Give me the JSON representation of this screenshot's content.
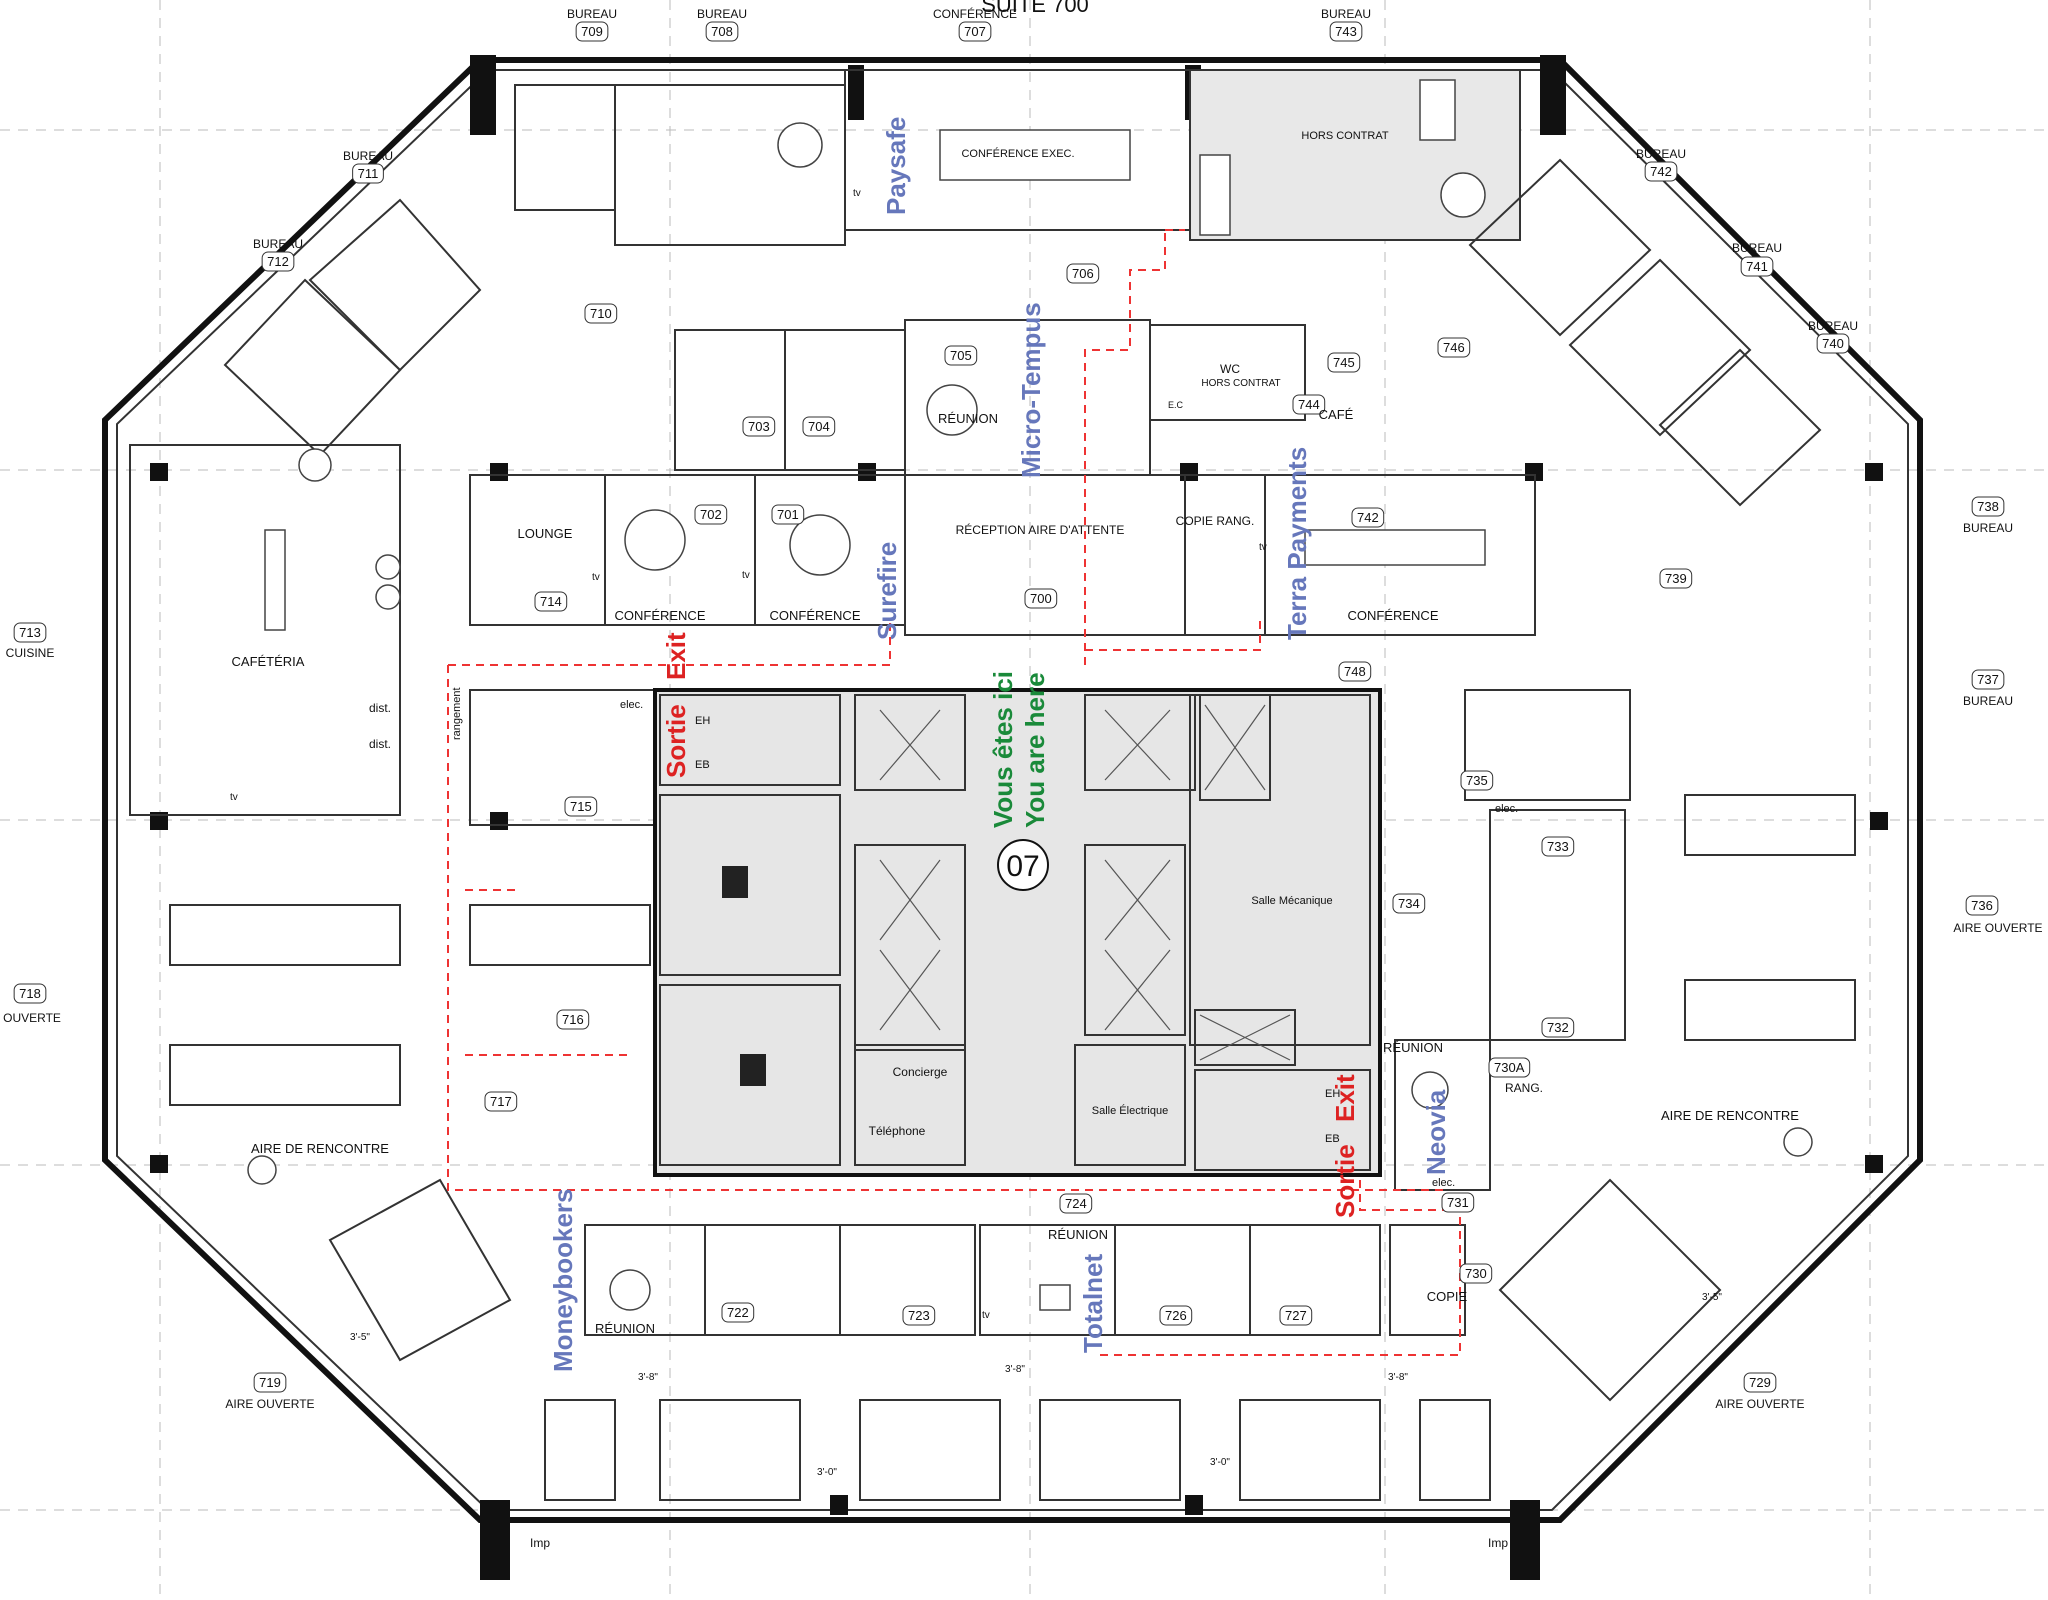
{
  "title": "SUITE 700",
  "rooms": [
    {
      "id": "r709",
      "num": "709",
      "name": "BUREAU"
    },
    {
      "id": "r708",
      "num": "708",
      "name": "BUREAU"
    },
    {
      "id": "r707",
      "num": "707",
      "name": "CONFÉRENCE"
    },
    {
      "id": "r743",
      "num": "743",
      "name": "BUREAU"
    },
    {
      "id": "r711",
      "num": "711",
      "name": "BUREAU"
    },
    {
      "id": "r712",
      "num": "712",
      "name": "BUREAU"
    },
    {
      "id": "r742",
      "num": "742",
      "name": "BUREAU"
    },
    {
      "id": "r741",
      "num": "741",
      "name": "BUREAU"
    },
    {
      "id": "r740",
      "num": "740",
      "name": "BUREAU"
    },
    {
      "id": "r738",
      "num": "738",
      "name": "BUREAU"
    },
    {
      "id": "r737",
      "num": "737",
      "name": "BUREAU"
    },
    {
      "id": "r713",
      "num": "713",
      "name": "CUISINE"
    },
    {
      "id": "r718",
      "num": "718",
      "name": "RE OUVERTE"
    },
    {
      "id": "r736",
      "num": "736",
      "name": "AIRE OUVERTE"
    },
    {
      "id": "r719",
      "num": "719",
      "name": "AIRE OUVERTE"
    },
    {
      "id": "r729",
      "num": "729",
      "name": "AIRE OUVERTE"
    }
  ],
  "tags": [
    "710",
    "706",
    "746",
    "745",
    "744",
    "705",
    "703",
    "704",
    "702",
    "701",
    "714",
    "700",
    "742",
    "739",
    "748",
    "715",
    "735",
    "733",
    "734",
    "716",
    "732",
    "730A",
    "717",
    "731",
    "724",
    "730",
    "722",
    "723",
    "726",
    "727"
  ],
  "labels": {
    "conf_exec": "CONFÉRENCE EXEC.",
    "hors_contrat": "HORS CONTRAT",
    "wc": "WC",
    "wc_hc": "HORS CONTRAT",
    "cafe": "CAFÉ",
    "reunion": "RÉUNION",
    "lounge": "LOUNGE",
    "conference": "CONFÉRENCE",
    "reception": "RÉCEPTION AIRE D'ATTENTE",
    "copie_rang": "COPIE RANG.",
    "cafeteria": "CAFÉTÉRIA",
    "dist": "dist.",
    "rangement": "rangement",
    "elec": "elec.",
    "eh": "EH",
    "eb": "EB",
    "floor": "07",
    "salle_meca": "Salle Mécanique",
    "concierge": "Concierge",
    "telephone": "Téléphone",
    "salle_elec": "Salle Électrique",
    "rang": "RANG.",
    "copie": "COPIE",
    "aire_rencontre": "AIRE DE RENCONTRE",
    "imp": "Imp",
    "ec": "E.C",
    "tv": "tv",
    "dim_a": "3'-8\"",
    "dim_b": "3'-0\"",
    "dim_c": "3'-5\""
  },
  "tenants": {
    "paysafe": "Paysafe",
    "micro_tempus": "Micro-Tempus",
    "terra_payments": "Terra Payments",
    "surefire": "Surefire",
    "moneybookers": "Moneybookers",
    "totalnet": "Totalnet",
    "neovia": "Neovia"
  },
  "exits": {
    "sortie": "Sortie",
    "exit": "Exit"
  },
  "you_are_here": {
    "fr": "Vous êtes ici",
    "en": "You are here"
  },
  "colors": {
    "tenant": "#6677bb",
    "exit": "#dd2222",
    "you_are_here": "#1a8a3a",
    "core": "#e6e6e6",
    "route": "#ee3333"
  }
}
